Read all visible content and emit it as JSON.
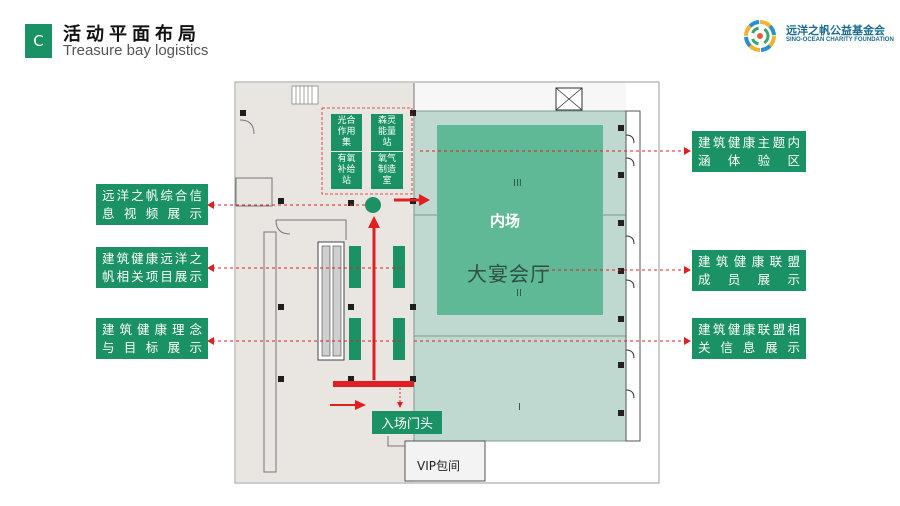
{
  "header": {
    "badge": "C",
    "title": "活动平面布局",
    "subtitle": "Treasure bay logistics"
  },
  "logo": {
    "name": "远洋之帆公益基金会",
    "english": "SINO-OCEAN CHARITY FOUNDATION"
  },
  "callouts": {
    "left": [
      {
        "line1": "远洋之帆综合信",
        "line2": "息视频展示"
      },
      {
        "line1": "建筑健康远洋之",
        "line2": "帆相关项目展示"
      },
      {
        "line1": "建筑健康理念",
        "line2": "与目标展示"
      }
    ],
    "right": [
      {
        "line1": "建筑健康主题内",
        "line2": "涵体验区"
      },
      {
        "line1": "建筑健康联盟",
        "line2": "成员展示"
      },
      {
        "line1": "建筑健康联盟相",
        "line2": "关信息展示"
      }
    ]
  },
  "floorplan": {
    "stations": [
      {
        "lines": [
          "光合",
          "作用",
          "集"
        ]
      },
      {
        "lines": [
          "森灵",
          "能量",
          "站"
        ]
      },
      {
        "lines": [
          "有氧",
          "补给",
          "站"
        ]
      },
      {
        "lines": [
          "氧气",
          "制造",
          "室"
        ]
      }
    ],
    "zone_inner": "内场",
    "zone_hall": "大宴会厅",
    "hall_sections": [
      "III",
      "II",
      "I"
    ],
    "entrance": "入场门头",
    "vip_room": "VIP包间"
  },
  "colors": {
    "brand_green": "#1b9266",
    "inner_field": "#5fb996",
    "hall": "#bfd9d0",
    "corridor": "#e9e6e1",
    "arrow_red": "#e02020"
  }
}
